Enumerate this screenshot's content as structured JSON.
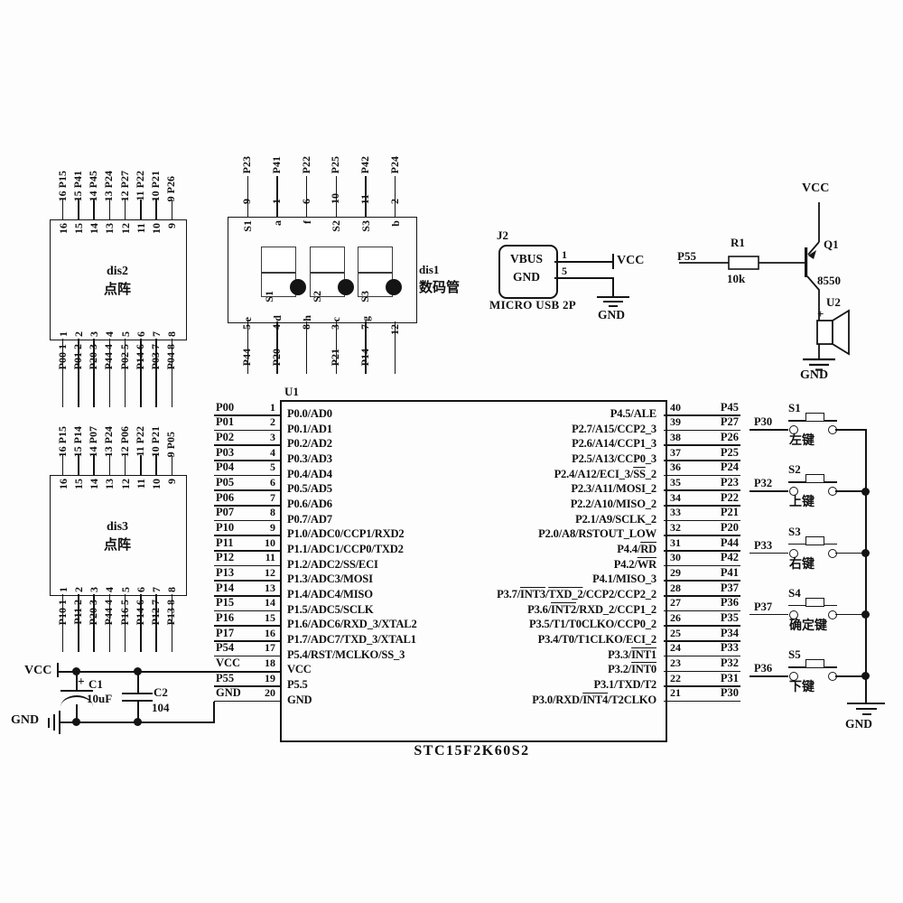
{
  "dis2": {
    "ref": "dis2",
    "kind": "点阵",
    "top_labels": [
      "16 P15",
      "15 P41",
      "14 P45",
      "13 P24",
      "12 P27",
      "11 P22",
      "10 P21",
      "9 P26"
    ],
    "top_nums": [
      "16",
      "15",
      "14",
      "13",
      "12",
      "11",
      "10",
      "9"
    ],
    "bottom_nums": [
      "1",
      "2",
      "3",
      "4",
      "5",
      "6",
      "7",
      "8"
    ],
    "bottom_labels": [
      "P00 1",
      "P01 2",
      "P20 3",
      "P44 4",
      "P02 5",
      "P14 6",
      "P03 7",
      "P04 8"
    ]
  },
  "dis3": {
    "ref": "dis3",
    "kind": "点阵",
    "top_labels": [
      "16 P15",
      "15 P14",
      "14 P07",
      "13 P24",
      "12 P06",
      "11 P22",
      "10 P21",
      "9 P05"
    ],
    "top_nums": [
      "16",
      "15",
      "14",
      "13",
      "12",
      "11",
      "10",
      "9"
    ],
    "bottom_nums": [
      "1",
      "2",
      "3",
      "4",
      "5",
      "6",
      "7",
      "8"
    ],
    "bottom_labels": [
      "P10 1",
      "P11 2",
      "P20 3",
      "P44 4",
      "P16 5",
      "P14 6",
      "P12 7",
      "P13 8"
    ]
  },
  "dis1": {
    "ref": "dis1",
    "kind": "数码管",
    "top_pins": [
      {
        "net": "P23",
        "num": "9",
        "seg": "S1"
      },
      {
        "net": "P41",
        "num": "1",
        "seg": "a"
      },
      {
        "net": "P22",
        "num": "6",
        "seg": "f"
      },
      {
        "net": "P25",
        "num": "10",
        "seg": "S2"
      },
      {
        "net": "P42",
        "num": "11",
        "seg": "S3"
      },
      {
        "net": "P24",
        "num": "2",
        "seg": "b"
      }
    ],
    "bottom_pins": [
      {
        "net": "P44",
        "num": "5",
        "seg": "e"
      },
      {
        "net": "P20",
        "num": "4",
        "seg": "d"
      },
      {
        "net": "",
        "num": "8",
        "seg": "h"
      },
      {
        "net": "P21",
        "num": "3",
        "seg": "c"
      },
      {
        "net": "P14",
        "num": "7",
        "seg": "g"
      },
      {
        "net": "",
        "num": "12",
        "seg": ""
      }
    ],
    "digit_labels": [
      "S1",
      "S2",
      "S3"
    ]
  },
  "j2": {
    "ref": "J2",
    "part": "MICRO USB 2P",
    "pin1_name": "VBUS",
    "pin2_name": "GND",
    "pin1_num": "1",
    "pin2_num": "5",
    "vcc": "VCC",
    "gnd": "GND"
  },
  "amp": {
    "in_net": "P55",
    "r_ref": "R1",
    "r_val": "10k",
    "q_ref": "Q1",
    "q_part": "8550",
    "spk_ref": "U2",
    "spk_plus": "+",
    "vcc": "VCC",
    "gnd": "GND"
  },
  "u1": {
    "ref": "U1",
    "part": "STC15F2K60S2",
    "left_pins": [
      {
        "net": "P00",
        "num": "1",
        "fn": "P0.0/AD0"
      },
      {
        "net": "P01",
        "num": "2",
        "fn": "P0.1/AD1"
      },
      {
        "net": "P02",
        "num": "3",
        "fn": "P0.2/AD2"
      },
      {
        "net": "P03",
        "num": "4",
        "fn": "P0.3/AD3"
      },
      {
        "net": "P04",
        "num": "5",
        "fn": "P0.4/AD4"
      },
      {
        "net": "P05",
        "num": "6",
        "fn": "P0.5/AD5"
      },
      {
        "net": "P06",
        "num": "7",
        "fn": "P0.6/AD6"
      },
      {
        "net": "P07",
        "num": "8",
        "fn": "P0.7/AD7"
      },
      {
        "net": "P10",
        "num": "9",
        "fn": "P1.0/ADC0/CCP1/RXD2"
      },
      {
        "net": "P11",
        "num": "10",
        "fn": "P1.1/ADC1/CCP0/TXD2"
      },
      {
        "net": "P12",
        "num": "11",
        "fn": "P1.2/ADC2/SS/ECI"
      },
      {
        "net": "P13",
        "num": "12",
        "fn": "P1.3/ADC3/MOSI"
      },
      {
        "net": "P14",
        "num": "13",
        "fn": "P1.4/ADC4/MISO"
      },
      {
        "net": "P15",
        "num": "14",
        "fn": "P1.5/ADC5/SCLK"
      },
      {
        "net": "P16",
        "num": "15",
        "fn": "P1.6/ADC6/RXD_3/XTAL2"
      },
      {
        "net": "P17",
        "num": "16",
        "fn": "P1.7/ADC7/TXD_3/XTAL1"
      },
      {
        "net": "P54",
        "num": "17",
        "fn": "P5.4/RST/MCLKO/SS_3"
      },
      {
        "net": "VCC",
        "num": "18",
        "fn": "VCC"
      },
      {
        "net": "P55",
        "num": "19",
        "fn": "P5.5"
      },
      {
        "net": "GND",
        "num": "20",
        "fn": "GND"
      }
    ],
    "right_pins": [
      {
        "net": "P45",
        "num": "40",
        "fn": "P4.5/ALE"
      },
      {
        "net": "P27",
        "num": "39",
        "fn": "P2.7/A15/CCP2_3"
      },
      {
        "net": "P26",
        "num": "38",
        "fn": "P2.6/A14/CCP1_3"
      },
      {
        "net": "P25",
        "num": "37",
        "fn": "P2.5/A13/CCP0_3"
      },
      {
        "net": "P24",
        "num": "36",
        "fn": "P2.4/A12/ECI_3/~SS~_2"
      },
      {
        "net": "P23",
        "num": "35",
        "fn": "P2.3/A11/MOSI_2"
      },
      {
        "net": "P22",
        "num": "34",
        "fn": "P2.2/A10/MISO_2"
      },
      {
        "net": "P21",
        "num": "33",
        "fn": "P2.1/A9/SCLK_2"
      },
      {
        "net": "P20",
        "num": "32",
        "fn": "P2.0/A8/RSTOUT_LOW"
      },
      {
        "net": "P44",
        "num": "31",
        "fn": "P4.4/~RD~"
      },
      {
        "net": "P42",
        "num": "30",
        "fn": "P4.2/~WR~"
      },
      {
        "net": "P41",
        "num": "29",
        "fn": "P4.1/MISO_3"
      },
      {
        "net": "P37",
        "num": "28",
        "fn": "P3.7/~INT3~/~TXD_2~/CCP2/CCP2_2"
      },
      {
        "net": "P36",
        "num": "27",
        "fn": "P3.6/~INT2~/RXD_2/CCP1_2"
      },
      {
        "net": "P35",
        "num": "26",
        "fn": "P3.5/T1/T0CLKO/CCP0_2"
      },
      {
        "net": "P34",
        "num": "25",
        "fn": "P3.4/T0/T1CLKO/ECI_2"
      },
      {
        "net": "P33",
        "num": "24",
        "fn": "P3.3/~INT1~"
      },
      {
        "net": "P32",
        "num": "23",
        "fn": "P3.2/~INT0~"
      },
      {
        "net": "P31",
        "num": "22",
        "fn": "P3.1/TXD/T2"
      },
      {
        "net": "P30",
        "num": "21",
        "fn": "P3.0/RXD/~INT4~/T2CLKO"
      }
    ]
  },
  "keys": {
    "buttons": [
      {
        "ref": "S1",
        "net": "P30",
        "label": "左键"
      },
      {
        "ref": "S2",
        "net": "P32",
        "label": "上键"
      },
      {
        "ref": "S3",
        "net": "P33",
        "label": "右键"
      },
      {
        "ref": "S4",
        "net": "P37",
        "label": "确定键"
      },
      {
        "ref": "S5",
        "net": "P36",
        "label": "下键"
      }
    ],
    "gnd": "GND"
  },
  "power": {
    "vcc": "VCC",
    "gnd": "GND",
    "c1_ref": "C1",
    "c1_plus": "+",
    "c1_val": "10uF",
    "c2_ref": "C2",
    "c2_val": "104"
  },
  "colors": {
    "ink": "#141414",
    "paper": "#fdfdfd"
  }
}
